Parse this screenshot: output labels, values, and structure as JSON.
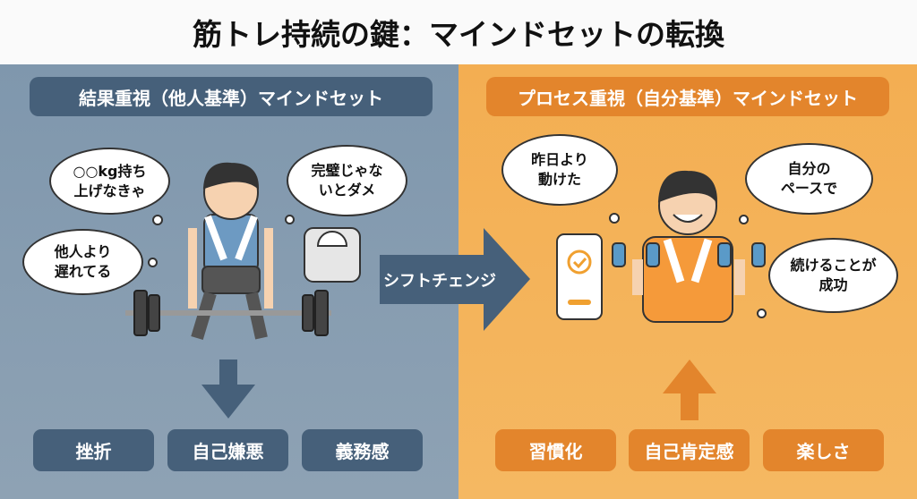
{
  "title": "筋トレ持続の鍵：マインドセットの転換",
  "left": {
    "header": "結果重視（他人基準）マインドセット",
    "thoughts": [
      [
        "○○kg持ち",
        "上げなきゃ"
      ],
      [
        "他人より",
        "遅れてる"
      ],
      [
        "完璧じゃな",
        "いとダメ"
      ]
    ],
    "outcomes": [
      "挫折",
      "自己嫌悪",
      "義務感"
    ],
    "color": "#46607a"
  },
  "arrow_label": "シフトチェンジ",
  "right": {
    "header": "プロセス重視（自分基準）マインドセット",
    "thoughts": [
      [
        "昨日より",
        "動けた"
      ],
      [
        "自分の",
        "ペースで"
      ],
      [
        "続けることが",
        "成功"
      ]
    ],
    "outcomes": [
      "習慣化",
      "自己肯定感",
      "楽しさ"
    ],
    "color": "#e3852c"
  },
  "icons": [
    "barbell-icon",
    "scale-icon",
    "smartphone-chart-icon",
    "dumbbell-icon",
    "arrow-down-icon",
    "arrow-up-icon",
    "arrow-right-icon"
  ]
}
